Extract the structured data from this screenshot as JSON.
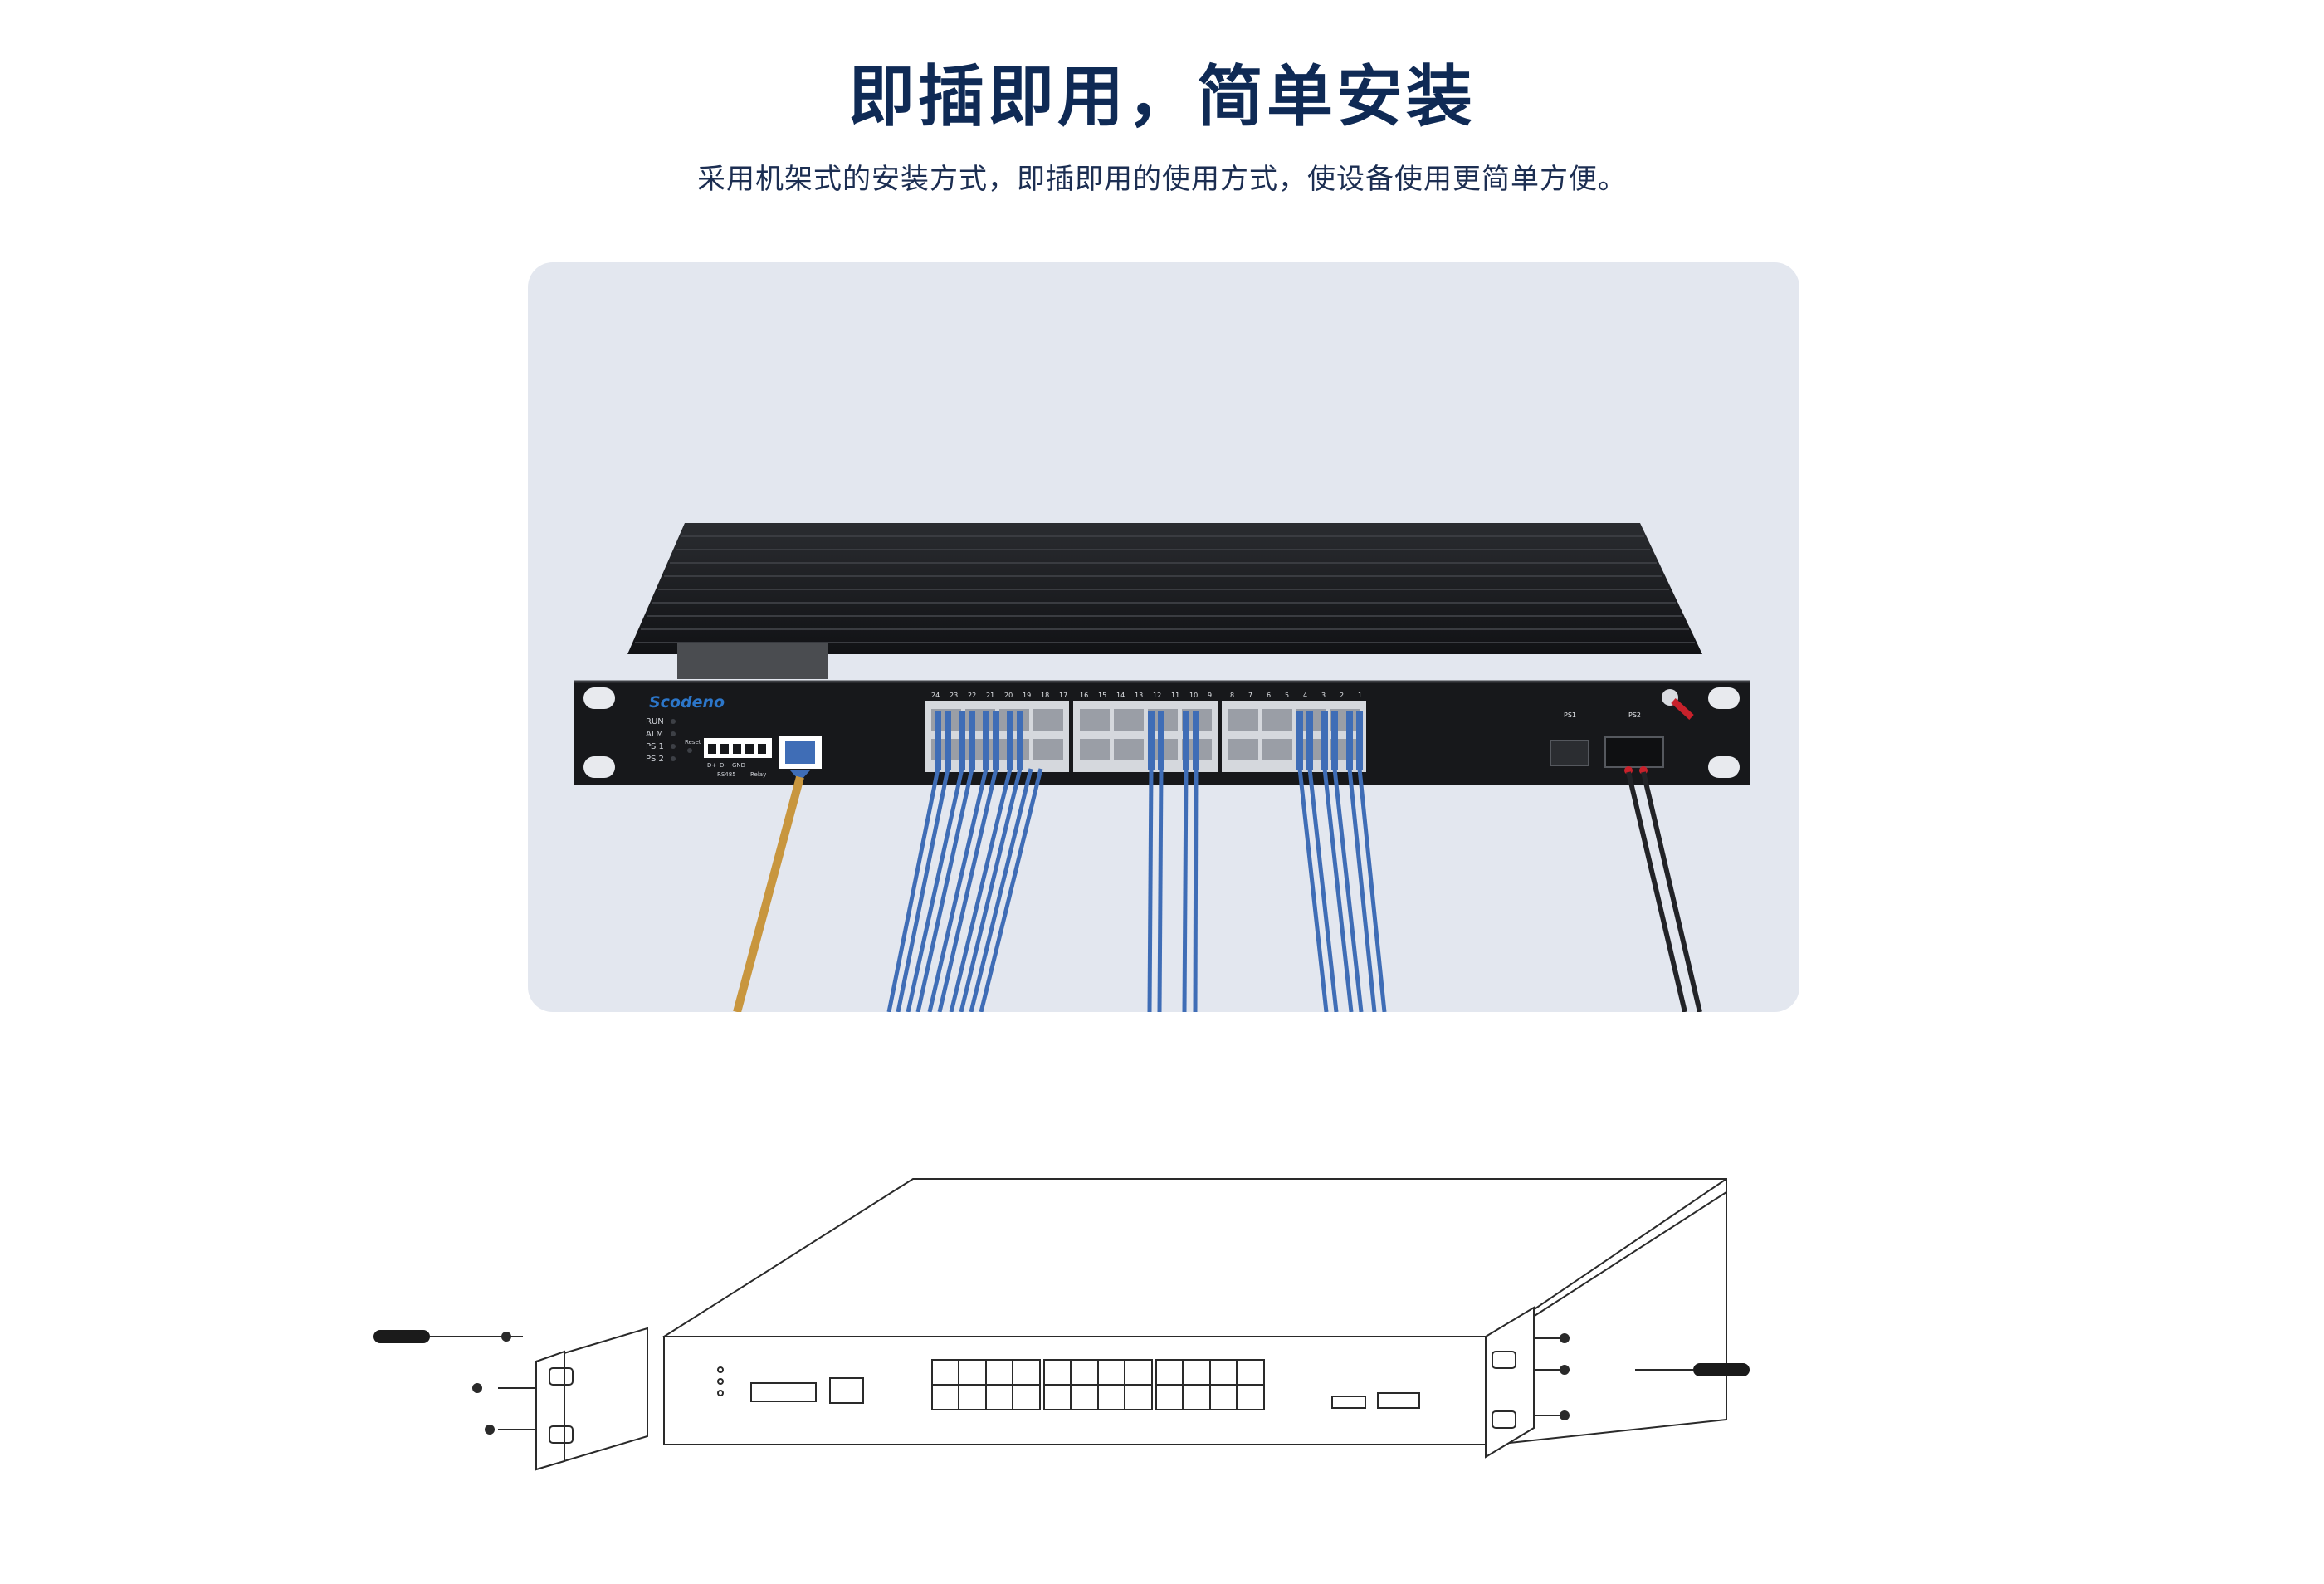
{
  "header": {
    "title": "即插即用，简单安装",
    "subtitle": "采用机架式的安装方式，即插即用的使用方式，使设备使用更简单方便。"
  },
  "device": {
    "brand": "Scodeno",
    "leds": [
      "RUN",
      "ALM",
      "PS 1",
      "PS 2"
    ],
    "reset_label": "Reset",
    "terminal_labels": [
      "D+",
      "D-",
      "GND",
      "RS485",
      "Relay"
    ],
    "top_port_labels": [
      "24",
      "23",
      "22",
      "21",
      "20",
      "19",
      "18",
      "17",
      "16",
      "15",
      "14",
      "13",
      "12",
      "11",
      "10",
      "9",
      "8",
      "7",
      "6",
      "5",
      "4",
      "3",
      "2",
      "1"
    ],
    "power_labels": [
      "PS1",
      "PS2"
    ],
    "colors": {
      "chassis": "#1b1c1f",
      "fiber_cable": "#3f6db6",
      "console_cable": "#c8963e",
      "brand": "#2c76c9",
      "power_lever": "#c8212b"
    }
  },
  "icons": {
    "screwdriver": "screwdriver-icon",
    "screw": "screw-icon",
    "ground": "ground-icon"
  }
}
